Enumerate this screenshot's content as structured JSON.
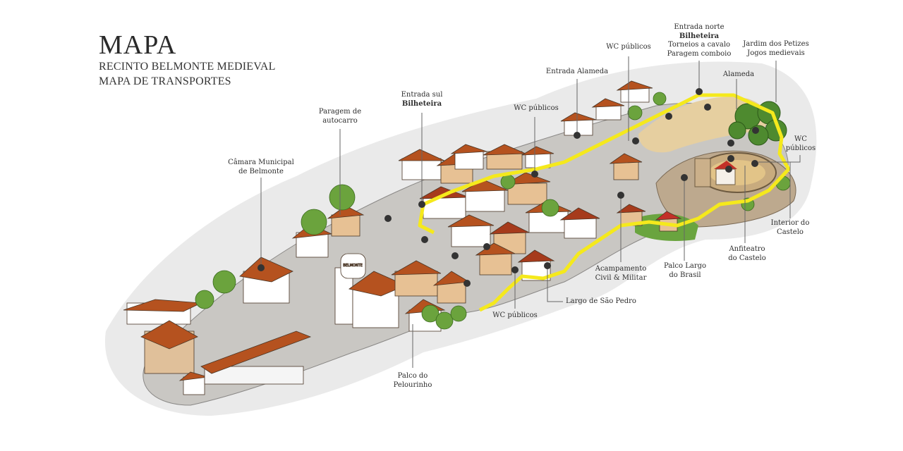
{
  "header": {
    "title": "MAPA",
    "subtitle_1": "RECINTO BELMONTE MEDIEVAL",
    "subtitle_2": "MAPA DE TRANSPORTES"
  },
  "colors": {
    "perimeter": "#f5e91c",
    "roof": "#b5521f",
    "wall": "#e9c49a",
    "tree": "#5f9b3a",
    "cobble": "#cfcfcf",
    "marker": "#333333",
    "text": "#2d2d2d"
  },
  "labels": {
    "camara": {
      "line1": "Câmara Municipal",
      "line2": "de Belmonte"
    },
    "paragem_autocarro": {
      "line1": "Paragem de",
      "line2": "autocarro"
    },
    "entrada_sul": {
      "line1": "Entrada sul",
      "line2": "Bilheteira"
    },
    "wc_1": {
      "line1": "WC públicos"
    },
    "entrada_alameda": {
      "line1": "Entrada Alameda"
    },
    "wc_2": {
      "line1": "WC públicos"
    },
    "entrada_norte": {
      "line1": "Entrada norte",
      "line2": "Bilheteira",
      "line3": "Torneios a cavalo",
      "line4": "Paragem comboio"
    },
    "jardim": {
      "line1": "Jardim dos Petizes",
      "line2": "Jogos medievais"
    },
    "alameda": {
      "line1": "Alameda"
    },
    "wc_3": {
      "line1": "WC",
      "line2": "públicos"
    },
    "interior_castelo": {
      "line1": "Interior do",
      "line2": "Castelo"
    },
    "anfiteatro": {
      "line1": "Anfiteatro",
      "line2": "do Castelo"
    },
    "palco_largo_brasil": {
      "line1": "Palco Largo",
      "line2": "do Brasil"
    },
    "acampamento": {
      "line1": "Acampamento",
      "line2": "Civil & Militar"
    },
    "largo_sao_pedro": {
      "line1": "Largo de São Pedro"
    },
    "wc_4": {
      "line1": "WC públicos"
    },
    "palco_pelourinho": {
      "line1": "Palco do",
      "line2": "Pelourinho"
    }
  },
  "tower_sign": "BELMONTE"
}
